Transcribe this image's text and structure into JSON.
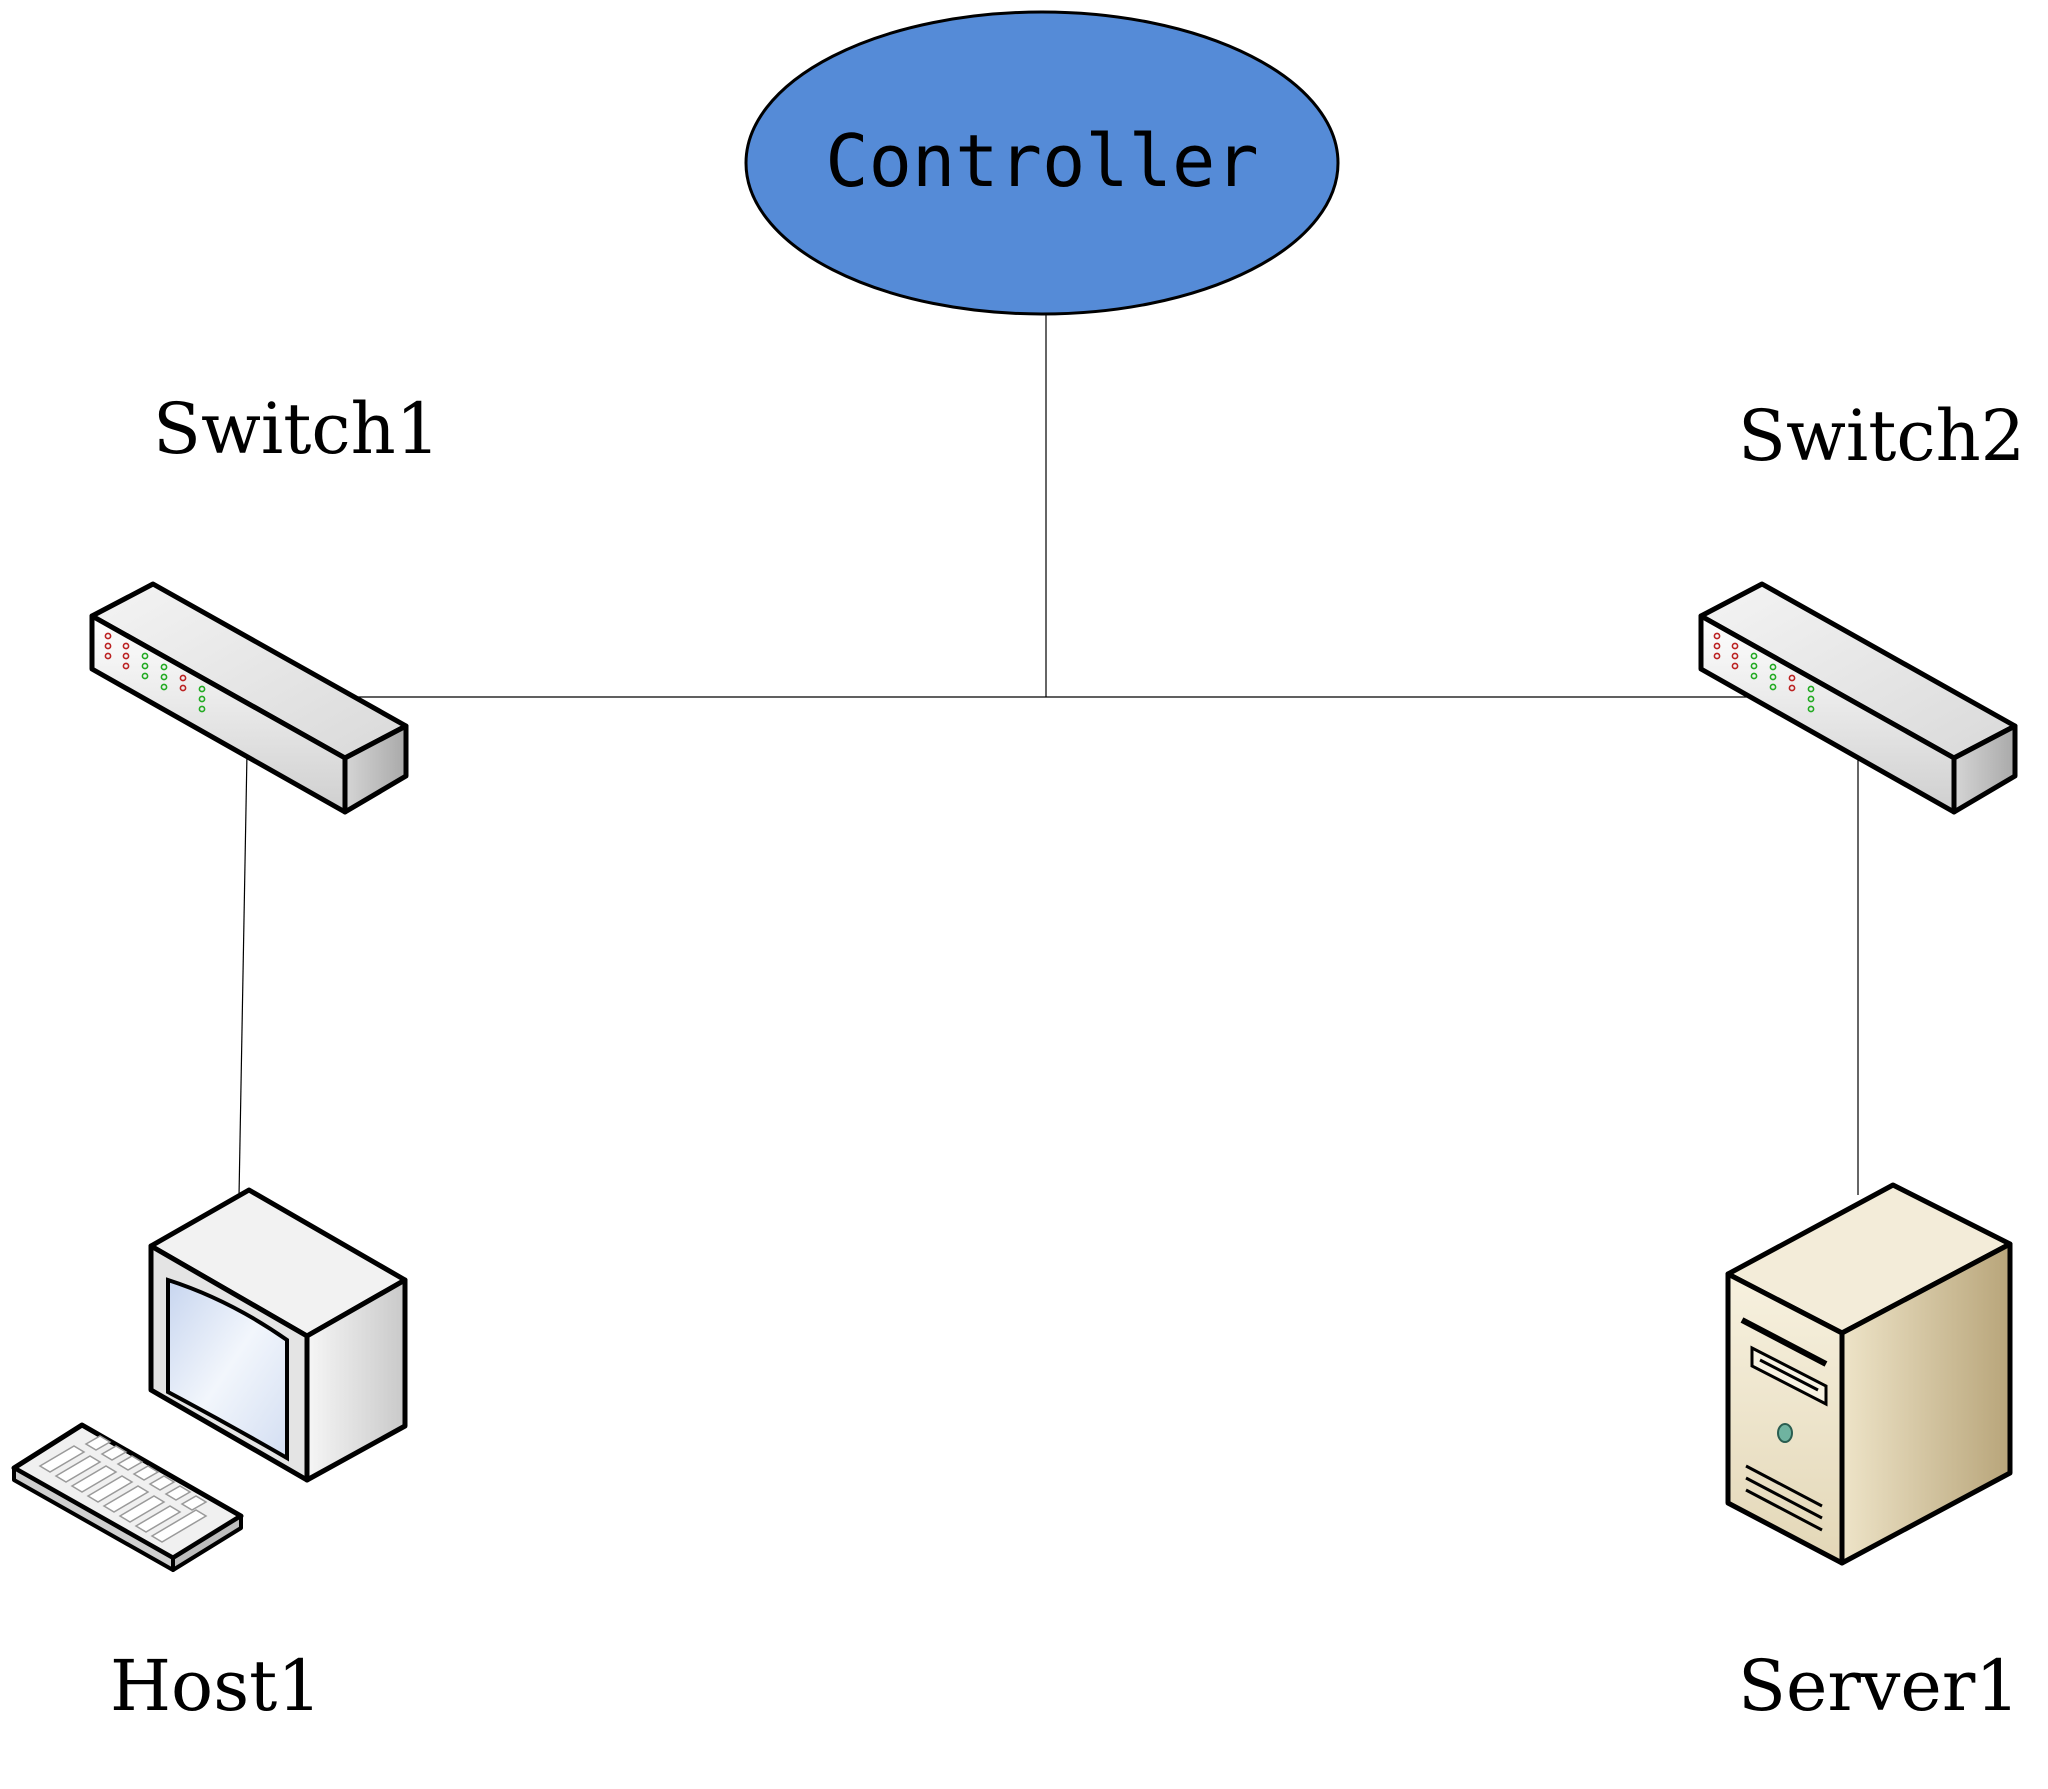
{
  "nodes": {
    "controller": {
      "label": "Controller",
      "color": "#558BD7"
    },
    "switch1": {
      "label": "Switch1"
    },
    "switch2": {
      "label": "Switch2"
    },
    "host1": {
      "label": "Host1"
    },
    "server1": {
      "label": "Server1"
    }
  },
  "links": [
    {
      "from": "controller",
      "to": "switch1"
    },
    {
      "from": "controller",
      "to": "switch2"
    },
    {
      "from": "switch1",
      "to": "host1"
    },
    {
      "from": "switch2",
      "to": "server1"
    }
  ],
  "colors": {
    "switch_body": "#E6E6E6",
    "server_body": "#E9DFC4",
    "monitor_screen": "#DCE6F5"
  }
}
